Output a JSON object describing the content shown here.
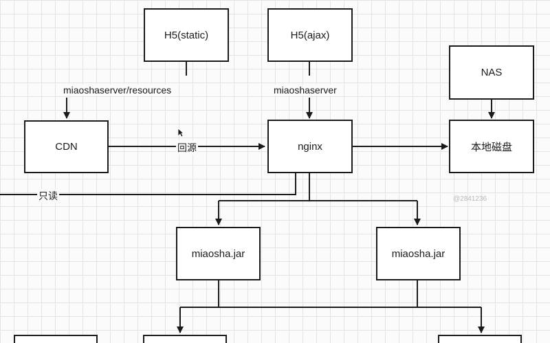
{
  "nodes": {
    "h5_static": "H5(static)",
    "h5_ajax": "H5(ajax)",
    "nas": "NAS",
    "cdn": "CDN",
    "nginx": "nginx",
    "local_disk": "本地磁盘",
    "jar_left": "miaosha.jar",
    "jar_right": "miaosha.jar"
  },
  "edge_labels": {
    "static_to_cdn": "miaoshaserver/resources",
    "ajax_to_nginx": "miaoshaserver",
    "cdn_to_nginx": "回源",
    "readonly": "只读"
  },
  "watermark": "@2841236"
}
